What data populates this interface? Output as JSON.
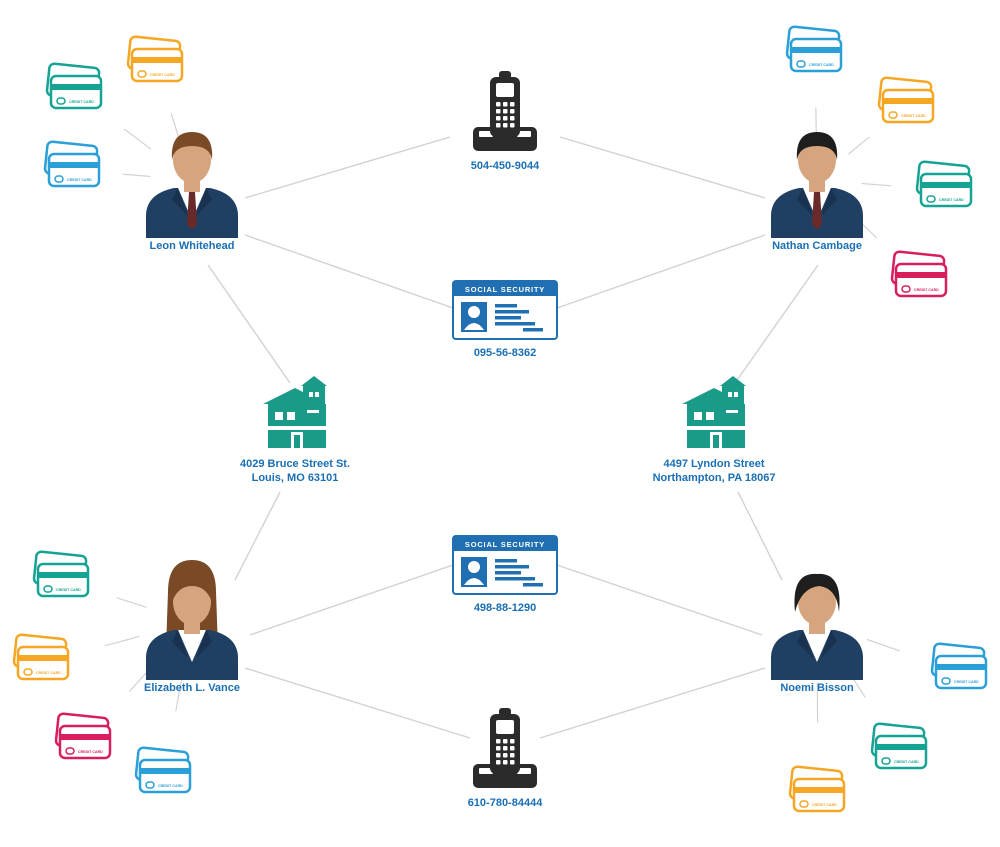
{
  "colors": {
    "label": "#1a6fb5",
    "line": "#d2d2d2",
    "suit": "#1f3f63",
    "skin": "#d7a57d",
    "shirt": "#ffffff",
    "tie": "#6a2a2a",
    "house": "#1a9b8a",
    "phone": "#2b2b2b",
    "ssn_blue": "#1f6fb2",
    "card_orange": "#f5a623",
    "card_teal": "#16a394",
    "card_blue": "#2a9fd8",
    "card_red": "#d81e5b"
  },
  "people": [
    {
      "id": "leon",
      "name": "Leon Whitehead",
      "hair": "#7a4a26",
      "variant": "male"
    },
    {
      "id": "nathan",
      "name": "Nathan Cambage",
      "hair": "#1e1e1e",
      "variant": "male"
    },
    {
      "id": "elizabeth",
      "name": "Elizabeth L. Vance",
      "hair": "#7a4a26",
      "variant": "female-long"
    },
    {
      "id": "noemi",
      "name": "Noemi Bisson",
      "hair": "#1e1e1e",
      "variant": "female-short"
    }
  ],
  "phones": [
    {
      "id": "phone-top",
      "number": "504-450-9044"
    },
    {
      "id": "phone-bottom",
      "number": "610-780-84444"
    }
  ],
  "ssn_cards": [
    {
      "id": "ssn-top",
      "header": "SOCIAL SECURITY",
      "number": "095-56-8362"
    },
    {
      "id": "ssn-mid",
      "header": "SOCIAL SECURITY",
      "number": "498-88-1290"
    }
  ],
  "addresses": [
    {
      "id": "address-left",
      "line1": "4029 Bruce Street St.",
      "line2": "Louis, MO 63101"
    },
    {
      "id": "address-right",
      "line1": "4497 Lyndon Street",
      "line2": "Northampton, PA 18067"
    }
  ],
  "credit_cards": [
    {
      "owner": "leon",
      "color": "orange",
      "label": "CREDIT CARD"
    },
    {
      "owner": "leon",
      "color": "teal",
      "label": "CREDIT CARD"
    },
    {
      "owner": "leon",
      "color": "blue",
      "label": "CREDIT CARD"
    },
    {
      "owner": "nathan",
      "color": "blue",
      "label": "CREDIT CARD"
    },
    {
      "owner": "nathan",
      "color": "orange",
      "label": "CREDIT CARD"
    },
    {
      "owner": "nathan",
      "color": "teal",
      "label": "CREDIT CARD"
    },
    {
      "owner": "nathan",
      "color": "red",
      "label": "CREDIT CARD"
    },
    {
      "owner": "elizabeth",
      "color": "teal",
      "label": "CREDIT CARD"
    },
    {
      "owner": "elizabeth",
      "color": "orange",
      "label": "CREDIT CARD"
    },
    {
      "owner": "elizabeth",
      "color": "red",
      "label": "CREDIT CARD"
    },
    {
      "owner": "elizabeth",
      "color": "blue",
      "label": "CREDIT CARD"
    },
    {
      "owner": "noemi",
      "color": "blue",
      "label": "CREDIT CARD"
    },
    {
      "owner": "noemi",
      "color": "teal",
      "label": "CREDIT CARD"
    },
    {
      "owner": "noemi",
      "color": "orange",
      "label": "CREDIT CARD"
    }
  ],
  "links": [
    [
      "leon",
      "phone-top"
    ],
    [
      "nathan",
      "phone-top"
    ],
    [
      "leon",
      "ssn-top"
    ],
    [
      "nathan",
      "ssn-top"
    ],
    [
      "leon",
      "address-left"
    ],
    [
      "nathan",
      "address-right"
    ],
    [
      "elizabeth",
      "address-left"
    ],
    [
      "noemi",
      "address-right"
    ],
    [
      "elizabeth",
      "ssn-mid"
    ],
    [
      "noemi",
      "ssn-mid"
    ],
    [
      "elizabeth",
      "phone-bottom"
    ],
    [
      "noemi",
      "phone-bottom"
    ]
  ]
}
